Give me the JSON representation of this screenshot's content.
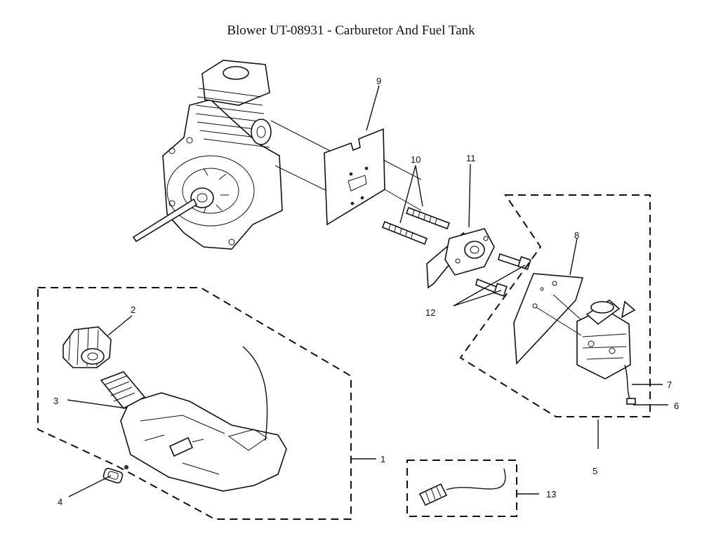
{
  "title": "Blower UT-08931 - Carburetor And Fuel Tank",
  "callouts": {
    "c1": "1",
    "c2": "2",
    "c3": "3",
    "c4": "4",
    "c5": "5",
    "c6": "6",
    "c7": "7",
    "c8": "8",
    "c9": "9",
    "c10": "10",
    "c11": "11",
    "c12": "12",
    "c13": "13"
  }
}
